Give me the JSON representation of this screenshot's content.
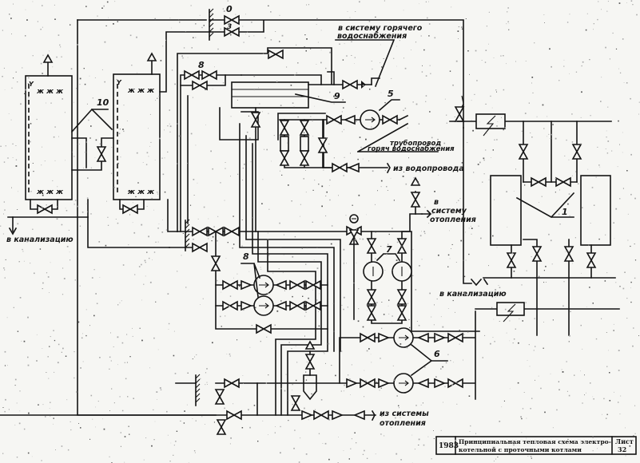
{
  "diagram": {
    "type": "thermal-schematic",
    "labels": {
      "hot_water_supply": [
        "в систему горячего",
        "водоснабжения"
      ],
      "hot_water_pipeline": [
        "трубопровод",
        "горяч водоснабжения"
      ],
      "from_water_main": "из водопровода",
      "to_heating_system": [
        "в",
        "систему",
        "отопления"
      ],
      "to_sewer_left": "в канализацию",
      "to_sewer_right": "в канализацию",
      "from_heating_system": [
        "из системы",
        "отопления"
      ]
    },
    "callouts": {
      "c1": "1",
      "c3": "3",
      "c5": "5",
      "c6": "6",
      "c7": "7",
      "c8": "8",
      "c9": "9",
      "c10": "10",
      "c0": "0"
    }
  },
  "title_block": {
    "year": "1983",
    "title_line1": "Принципиальная тепловая схема электро-",
    "title_line2": "котельной с проточными котлами",
    "sheet_label": "Лист",
    "sheet_number": "32"
  }
}
